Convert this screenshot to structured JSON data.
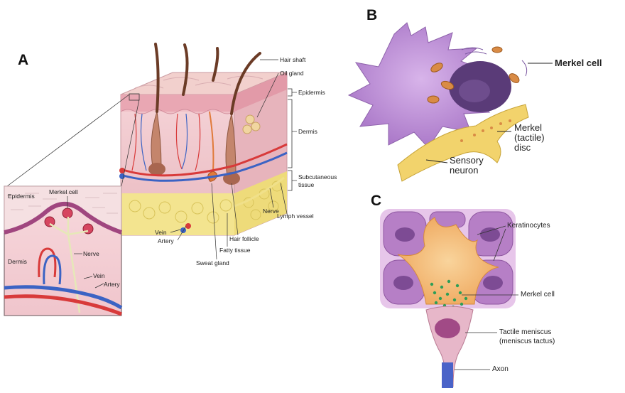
{
  "panels": {
    "a": {
      "letter": "A",
      "labels": {
        "hair_shaft": "Hair shaft",
        "oil_gland": "Oil gland",
        "epidermis": "Epidermis",
        "dermis": "Dermis",
        "subcutaneous_1": "Subcutaneous",
        "subcutaneous_2": "tissue",
        "nerve": "Nerve",
        "lymph_vessel": "Lymph vessel",
        "hair_follicle": "Hair follicle",
        "fatty_tissue": "Fatty tissue",
        "sweat_gland": "Sweat gland",
        "vein": "Vein",
        "artery": "Artery"
      },
      "inset": {
        "merkel_cell": "Merkel cell",
        "epidermis": "Epidermis",
        "dermis": "Dermis",
        "nerve": "Nerve",
        "vein": "Vein",
        "artery": "Artery"
      }
    },
    "b": {
      "letter": "B",
      "labels": {
        "merkel_cell": "Merkel cell",
        "disc_1": "Merkel",
        "disc_2": "(tactile)",
        "disc_3": "disc",
        "sensory_1": "Sensory",
        "sensory_2": "neuron"
      }
    },
    "c": {
      "letter": "C",
      "labels": {
        "keratinocytes": "Keratinocytes",
        "merkel_cell": "Merkel cell",
        "meniscus_1": "Tactile meniscus",
        "meniscus_2": "(meniscus tactus)",
        "axon": "Axon"
      }
    }
  },
  "colors": {
    "skin_pink": "#efc6cc",
    "epidermis": "#e7a9b5",
    "fat_yellow": "#f1e38c",
    "merkel_purple": "#b98ad4",
    "nucleus": "#5a3b78",
    "neuron_yellow": "#f2d36c",
    "artery_red": "#d83a3a",
    "vein_blue": "#3b63c4",
    "keratinocyte": "#b67fc6",
    "merkel_orange": "#f3b56a"
  }
}
